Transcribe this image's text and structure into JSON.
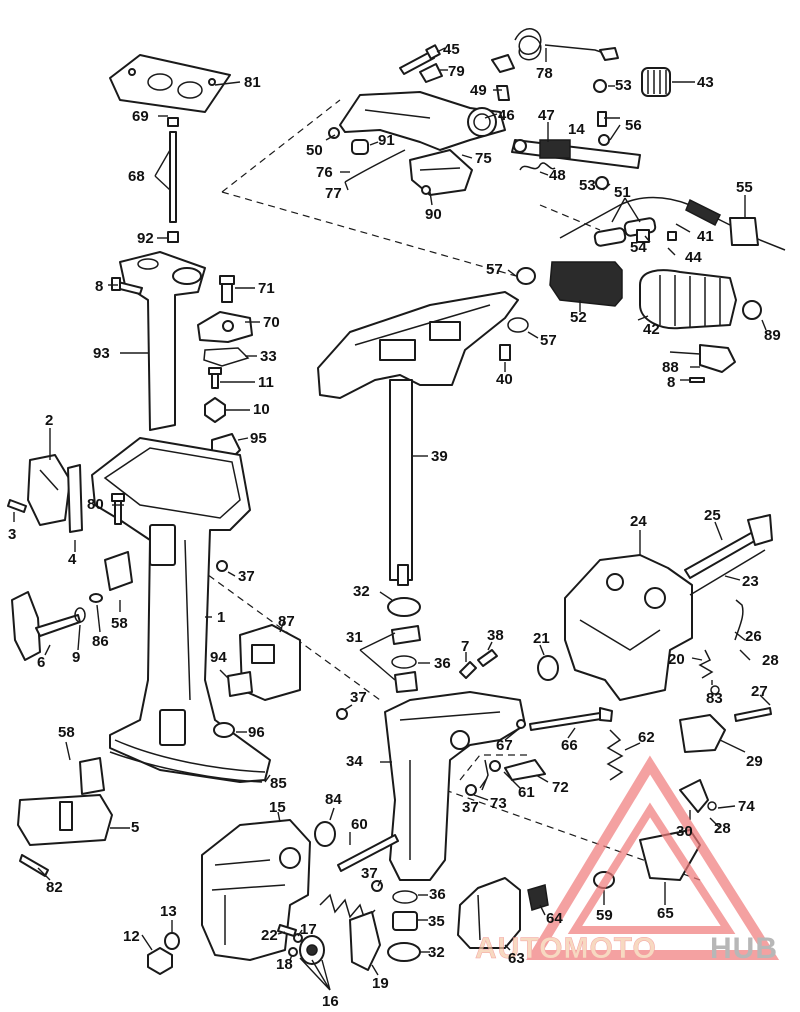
{
  "diagram": {
    "callouts": {
      "c45": "45",
      "c79": "79",
      "c78": "78",
      "c81": "81",
      "c43": "43",
      "c53a": "53",
      "c49": "49",
      "c46": "46",
      "c47": "47",
      "c56": "56",
      "c14": "14",
      "c69": "69",
      "c50": "50",
      "c91": "91",
      "c75": "75",
      "c76": "76",
      "c77": "77",
      "c48": "48",
      "c68": "68",
      "c53b": "53",
      "c51": "51",
      "c55": "55",
      "c90": "90",
      "c92": "92",
      "c54": "54",
      "c41": "41",
      "c44": "44",
      "c8a": "8",
      "c71": "71",
      "c57a": "57",
      "c70": "70",
      "c52": "52",
      "c42": "42",
      "c89": "89",
      "c93": "93",
      "c33": "33",
      "c57b": "57",
      "c40": "40",
      "c88": "88",
      "c8b": "8",
      "c11": "11",
      "c10": "10",
      "c2": "2",
      "c95": "95",
      "c39": "39",
      "c80": "80",
      "c3": "3",
      "c4": "4",
      "c24": "24",
      "c25": "25",
      "c37a": "37",
      "c23": "23",
      "c32a": "32",
      "c58a": "58",
      "c1": "1",
      "c6": "6",
      "c9": "9",
      "c86": "86",
      "c87": "87",
      "c31": "31",
      "c7": "7",
      "c38": "38",
      "c21": "21",
      "c26": "26",
      "c94": "94",
      "c36a": "36",
      "c20": "20",
      "c28a": "28",
      "c83": "83",
      "c37b": "37",
      "c27": "27",
      "c96": "96",
      "c58b": "58",
      "c34": "34",
      "c67": "67",
      "c66": "66",
      "c62": "62",
      "c29": "29",
      "c85": "85",
      "c61": "61",
      "c72": "72",
      "c5": "5",
      "c84": "84",
      "c73": "73",
      "c37c": "37",
      "c74": "74",
      "c15": "15",
      "c60": "60",
      "c30": "30",
      "c28b": "28",
      "c82": "82",
      "c37d": "37",
      "c36b": "36",
      "c13": "13",
      "c22": "22",
      "c17": "17",
      "c35": "35",
      "c64": "64",
      "c59": "59",
      "c65": "65",
      "c12": "12",
      "c18": "18",
      "c32b": "32",
      "c63": "63",
      "c16": "16",
      "c19": "19"
    }
  },
  "watermark": {
    "part1": "AUTOMOTO",
    "part2": "HUB",
    "color_accent": "#f07a7a",
    "color_light": "#f5c9a8",
    "color_grey": "#9a9a9a"
  }
}
